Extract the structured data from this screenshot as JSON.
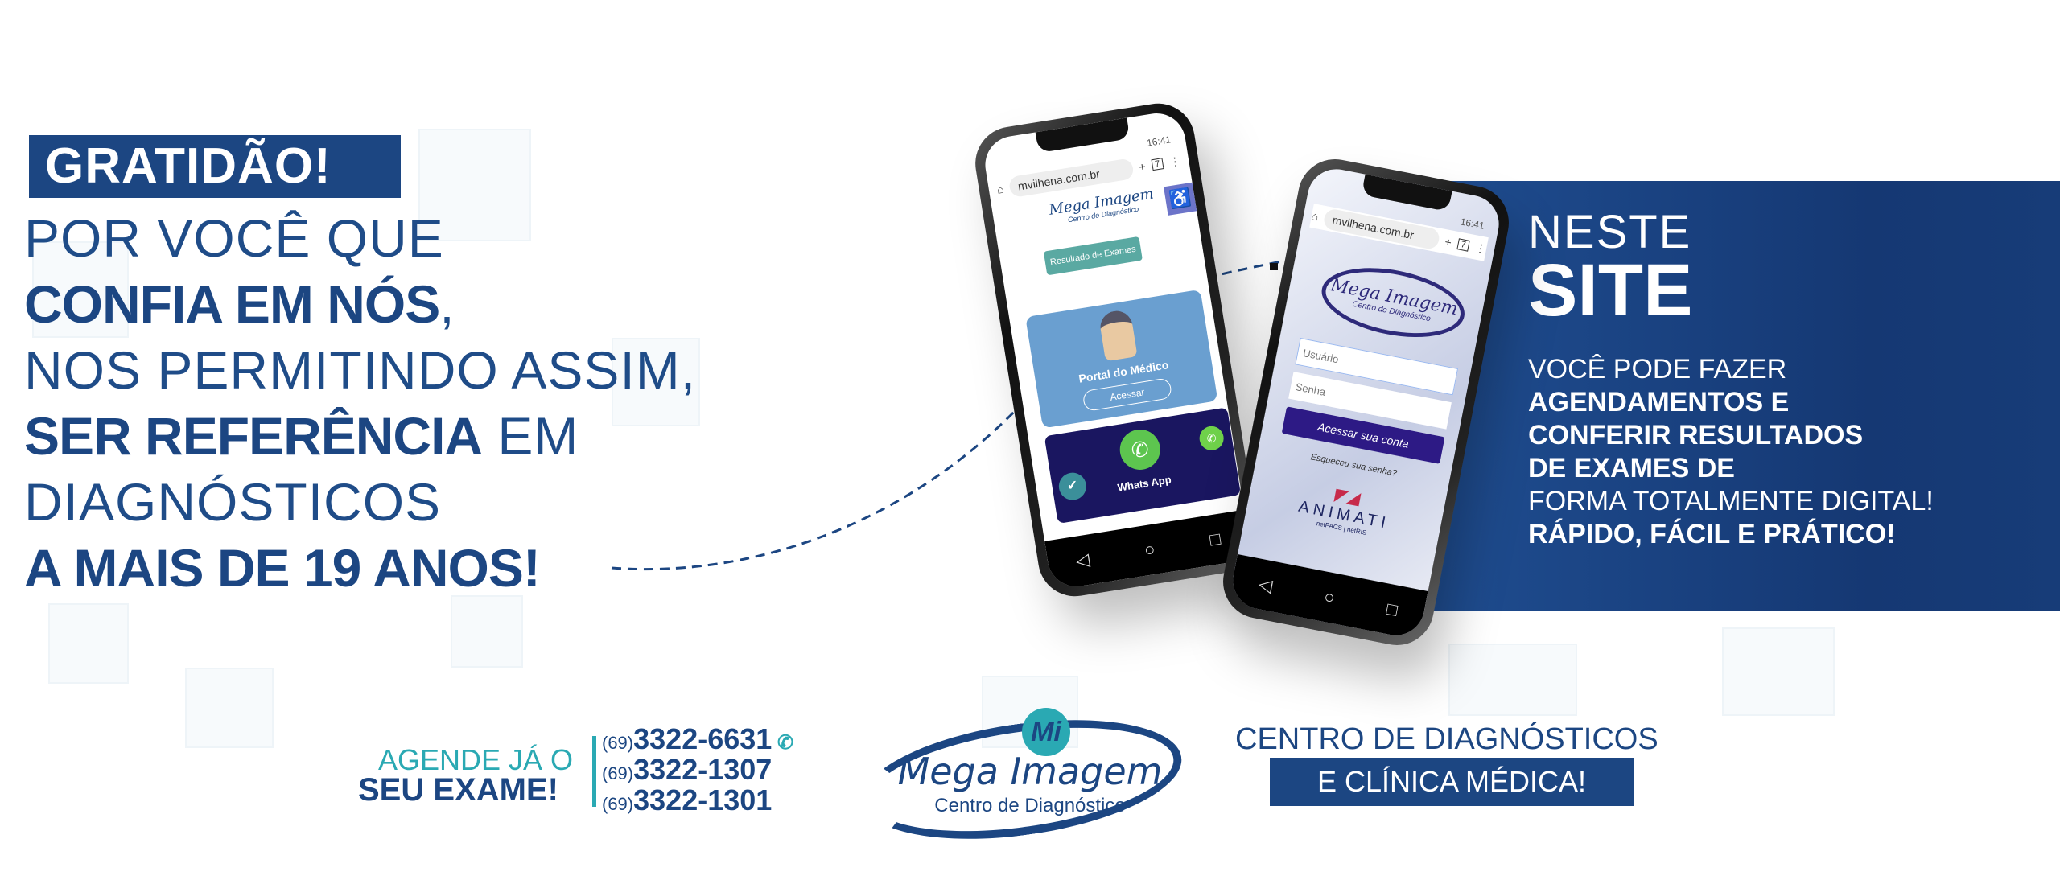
{
  "hero": {
    "badge": "GRATIDÃO!",
    "line1": "POR VOCÊ QUE",
    "line2_bold": "CONFIA EM NÓS",
    "line2_rest": ",",
    "line3": "NOS PERMITINDO ASSIM,",
    "line4_bold": "SER REFERÊNCIA",
    "line4_rest": " EM",
    "line5": "DIAGNÓSTICOS",
    "line6_bold": "A MAIS DE 19 ANOS!"
  },
  "panel": {
    "title_light": "NESTE",
    "title_bold": "SITE",
    "l1": "VOCÊ PODE FAZER",
    "l2": "AGENDAMENTOS E",
    "l3": "CONFERIR RESULTADOS",
    "l4": "DE EXAMES DE",
    "l5": "FORMA TOTALMENTE DIGITAL!",
    "l6": "RÁPIDO, FÁCIL E PRÁTICO!"
  },
  "phone_left": {
    "time": "16:41",
    "url": "mvilhena.com.br",
    "tabs_count": "7",
    "logo_title": "Mega Imagem",
    "logo_sub": "Centro de Diagnóstico",
    "results_button": "Resultado de Exames",
    "portal_title": "Portal do Médico",
    "portal_button": "Acessar",
    "whatsapp_label": "Whats App"
  },
  "phone_right": {
    "time": "16:41",
    "url": "mvilhena.com.br",
    "tabs_count": "7",
    "logo_title": "Mega Imagem",
    "logo_sub": "Centro de Diagnóstico",
    "user_placeholder": "Usuário",
    "pass_placeholder": "Senha",
    "login_button": "Acessar sua conta",
    "forgot_link": "Esqueceu sua senha?",
    "vendor": "ANIMATI",
    "vendor_sub": "netPACS | netRIS"
  },
  "footer": {
    "cta_light": "AGENDE JÁ O",
    "cta_bold": "SEU EXAME!",
    "phones": [
      {
        "ddd": "(69)",
        "number": "3322-6631",
        "whatsapp": true
      },
      {
        "ddd": "(69)",
        "number": "3322-1307"
      },
      {
        "ddd": "(69)",
        "number": "3322-1301"
      }
    ],
    "logo_mark": "Mi",
    "logo_title": "Mega Imagem",
    "logo_sub": "Centro de Diagnóstico",
    "tagline1": "CENTRO DE DIAGNÓSTICOS",
    "tagline2": "E CLÍNICA MÉDICA!"
  },
  "colors": {
    "navy": "#1c4682",
    "teal": "#2aa9b3",
    "panel": "#163a74"
  }
}
